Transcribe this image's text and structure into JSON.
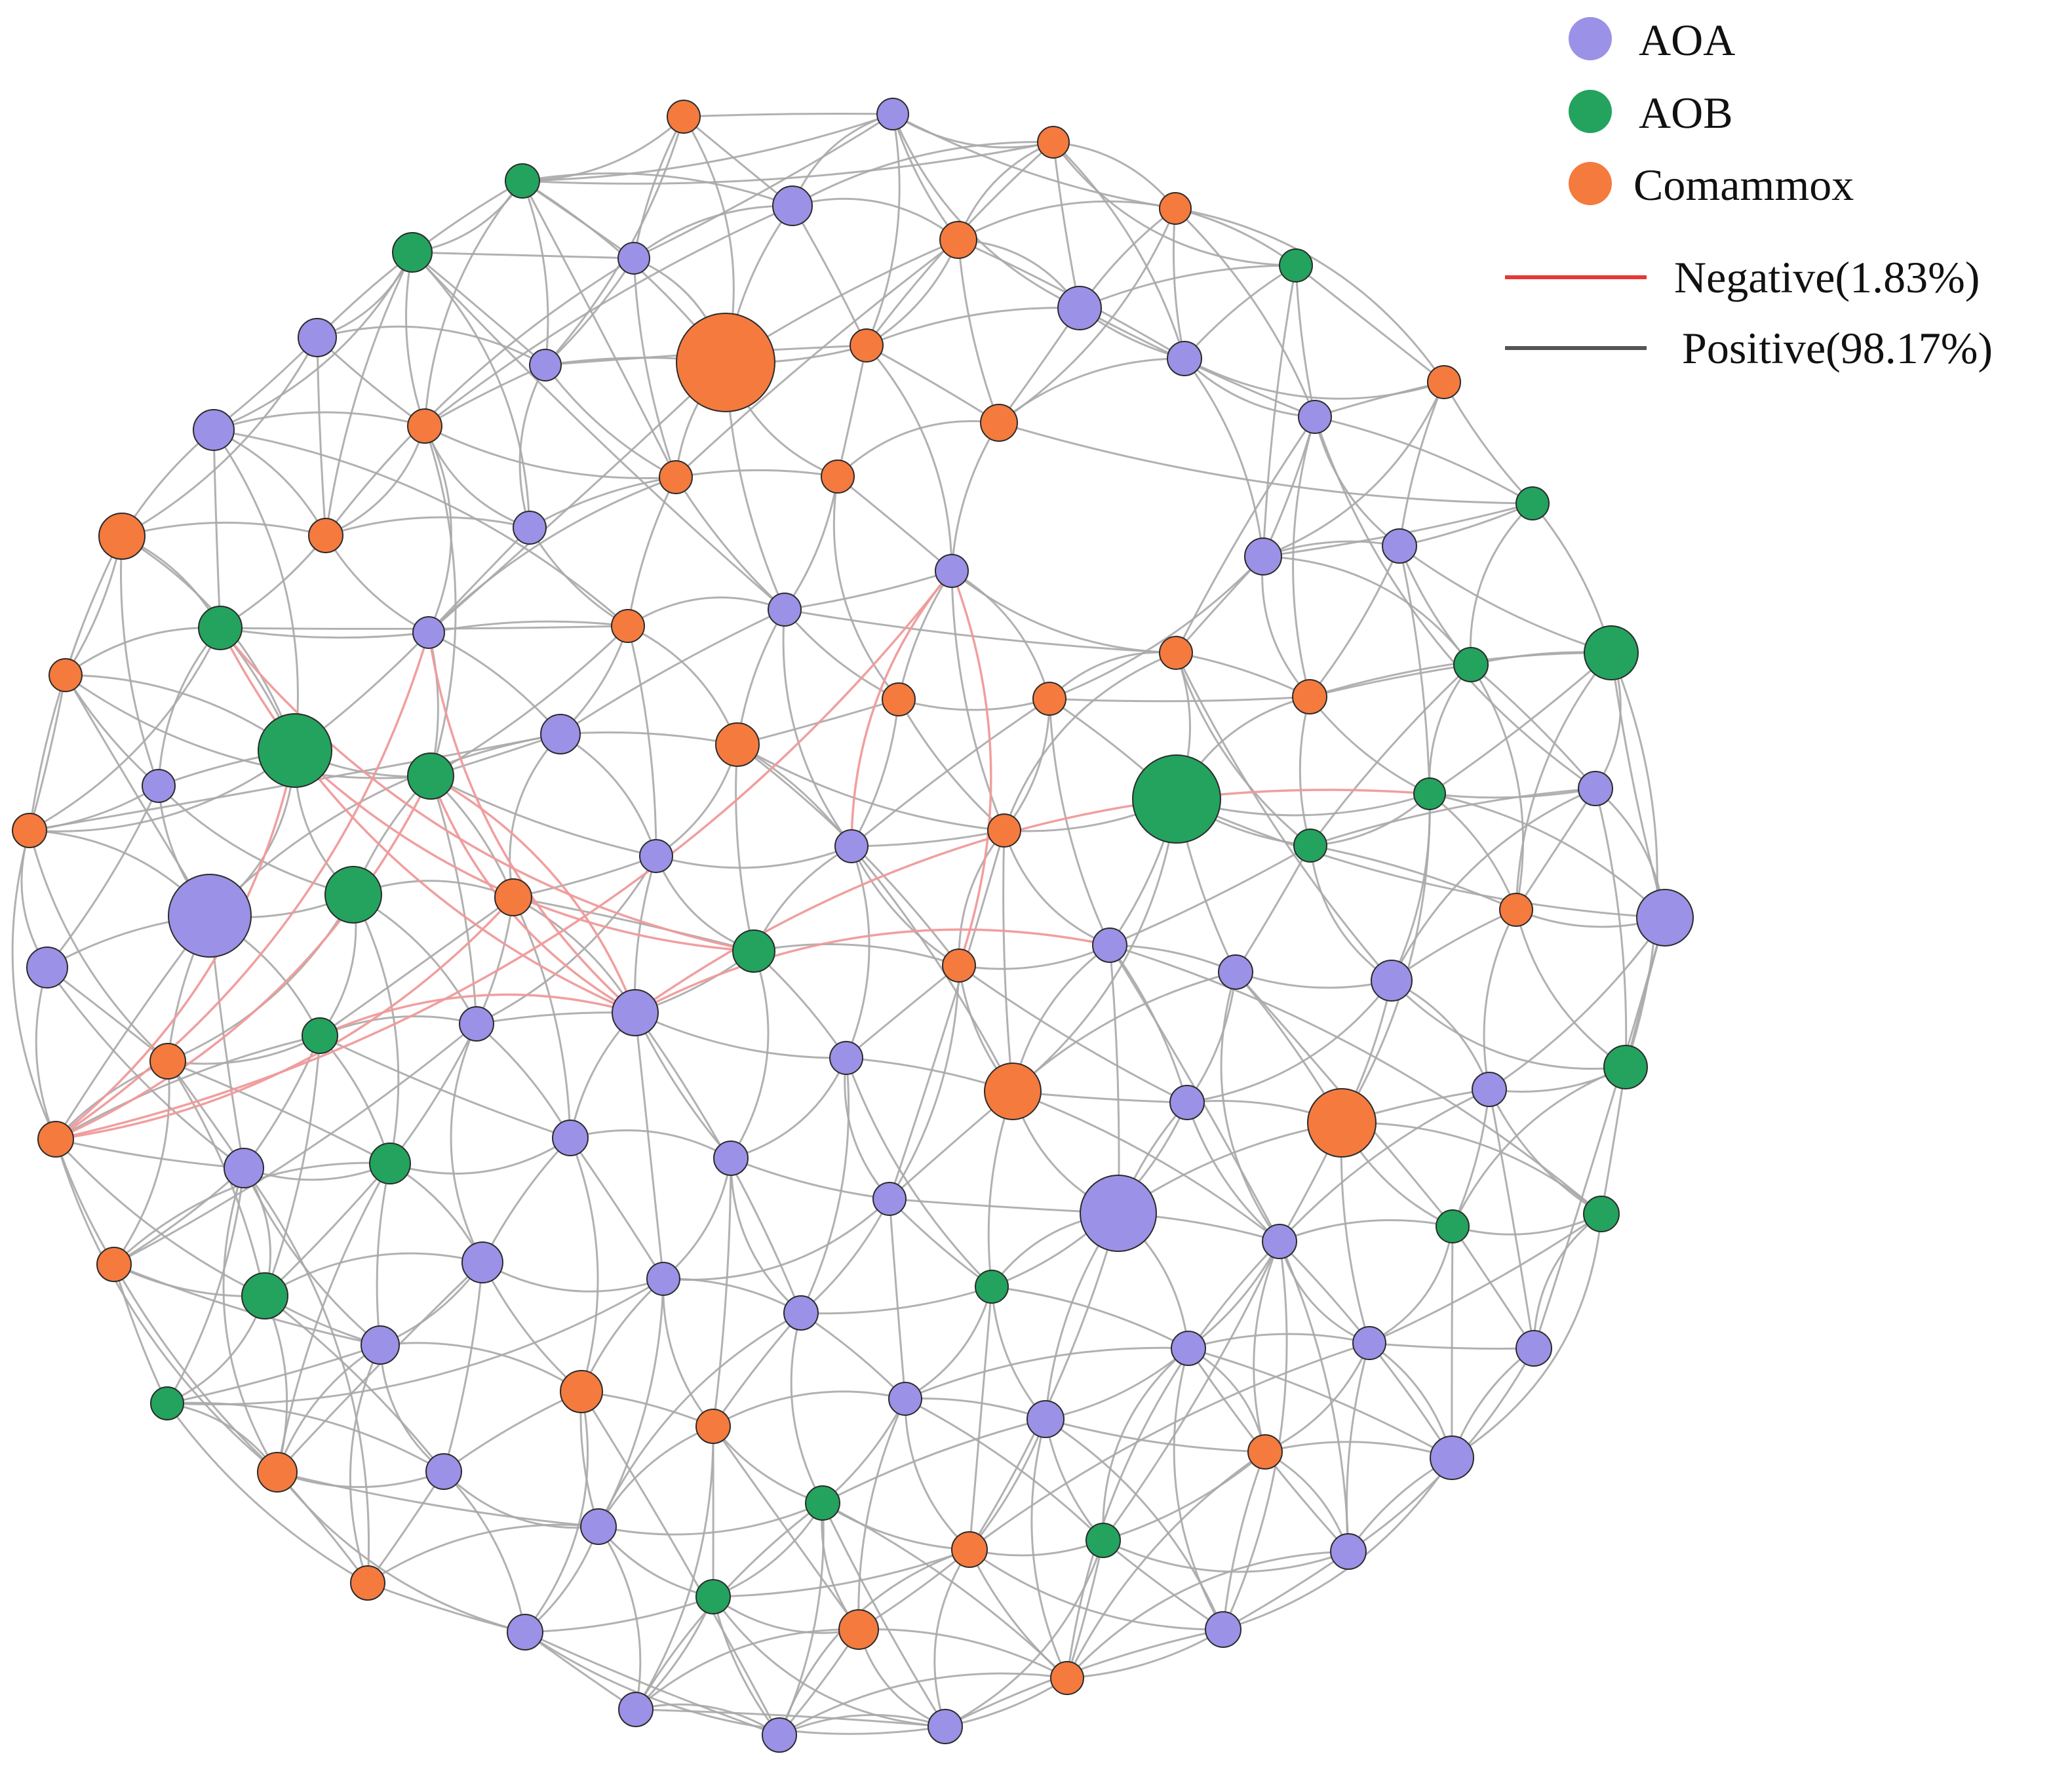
{
  "colors": {
    "AOA": "#9b91e6",
    "AOB": "#23a35e",
    "Comammox": "#f47a3e",
    "negative_edge": "#e53935",
    "positive_edge": "#555555"
  },
  "legend": {
    "nodes": [
      {
        "label": "AOA",
        "color": "#9b91e6"
      },
      {
        "label": "AOB",
        "color": "#23a35e"
      },
      {
        "label": "Comammox",
        "color": "#f47a3e"
      }
    ],
    "edges": [
      {
        "label": "Negative(1.83%)",
        "color": "#e53935"
      },
      {
        "label": "Positive(98.17%)",
        "color": "#555555"
      }
    ]
  }
}
